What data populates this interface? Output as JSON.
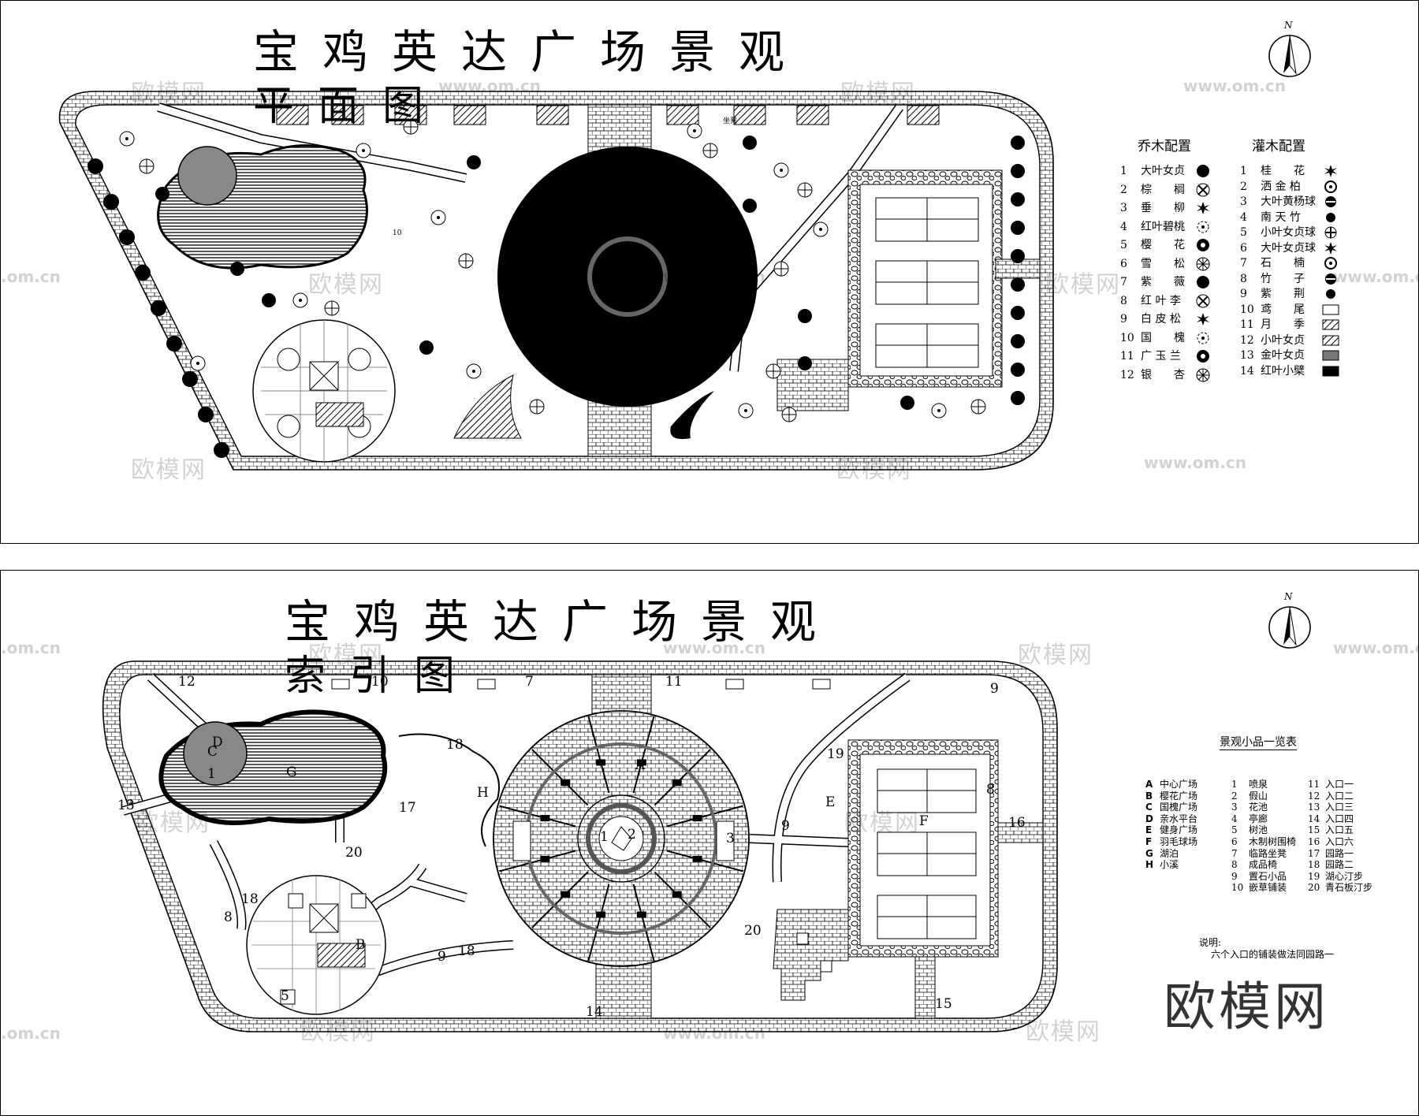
{
  "sheet1": {
    "title": "宝鸡英达广场景观",
    "subtitle": "平面图",
    "north": "N",
    "tree_legend_title": "乔木配置",
    "shrub_legend_title": "灌木配置",
    "trees": [
      {
        "n": "1",
        "name": "大叶女贞"
      },
      {
        "n": "2",
        "name": "棕　　榈"
      },
      {
        "n": "3",
        "name": "垂　　柳"
      },
      {
        "n": "4",
        "name": "红叶碧桃"
      },
      {
        "n": "5",
        "name": "樱　　花"
      },
      {
        "n": "6",
        "name": "雪　　松"
      },
      {
        "n": "7",
        "name": "紫　　薇"
      },
      {
        "n": "8",
        "name": "红 叶 李"
      },
      {
        "n": "9",
        "name": "白 皮 松"
      },
      {
        "n": "10",
        "name": "国　　槐"
      },
      {
        "n": "11",
        "name": "广 玉 兰"
      },
      {
        "n": "12",
        "name": "银　　杏"
      }
    ],
    "shrubs": [
      {
        "n": "1",
        "name": "桂　　花"
      },
      {
        "n": "2",
        "name": "洒 金 柏"
      },
      {
        "n": "3",
        "name": "大叶黄杨球"
      },
      {
        "n": "4",
        "name": "南 天 竹"
      },
      {
        "n": "5",
        "name": "小叶女贞球"
      },
      {
        "n": "6",
        "name": "大叶女贞球"
      },
      {
        "n": "7",
        "name": "石　　楠"
      },
      {
        "n": "8",
        "name": "竹　　子"
      },
      {
        "n": "9",
        "name": "紫　　荆"
      },
      {
        "n": "10",
        "name": "鸢　　尾"
      },
      {
        "n": "11",
        "name": "月　　季"
      },
      {
        "n": "12",
        "name": "小叶女贞"
      },
      {
        "n": "13",
        "name": "金叶女贞"
      },
      {
        "n": "14",
        "name": "红叶小檗"
      }
    ],
    "plan_labels": {
      "small_10": "10",
      "bench": "坐凳"
    }
  },
  "sheet2": {
    "title": "宝鸡英达广场景观",
    "subtitle": "索引图",
    "north": "N",
    "legend_title": "景观小品一览表",
    "areas": [
      {
        "k": "A",
        "name": "中心广场"
      },
      {
        "k": "B",
        "name": "樱花广场"
      },
      {
        "k": "C",
        "name": "国槐广场"
      },
      {
        "k": "D",
        "name": "亲水平台"
      },
      {
        "k": "E",
        "name": "健身广场"
      },
      {
        "k": "F",
        "name": "羽毛球场"
      },
      {
        "k": "G",
        "name": "湖泊"
      },
      {
        "k": "H",
        "name": "小溪"
      }
    ],
    "items_a": [
      {
        "k": "1",
        "name": "喷泉"
      },
      {
        "k": "2",
        "name": "假山"
      },
      {
        "k": "3",
        "name": "花池"
      },
      {
        "k": "4",
        "name": "亭廊"
      },
      {
        "k": "5",
        "name": "树池"
      },
      {
        "k": "6",
        "name": "木制树围椅"
      },
      {
        "k": "7",
        "name": "临路坐凳"
      },
      {
        "k": "8",
        "name": "成品椅"
      },
      {
        "k": "9",
        "name": "置石小品"
      },
      {
        "k": "10",
        "name": "嵌草铺装"
      }
    ],
    "items_b": [
      {
        "k": "11",
        "name": "入口一"
      },
      {
        "k": "12",
        "name": "入口二"
      },
      {
        "k": "13",
        "name": "入口三"
      },
      {
        "k": "14",
        "name": "入口四"
      },
      {
        "k": "15",
        "name": "入口五"
      },
      {
        "k": "16",
        "name": "入口六"
      },
      {
        "k": "17",
        "name": "园路一"
      },
      {
        "k": "18",
        "name": "园路二"
      },
      {
        "k": "19",
        "name": "湖心汀步"
      },
      {
        "k": "20",
        "name": "青石板汀步"
      }
    ],
    "note_title": "说明:",
    "note_text": "六个入口的铺装做法同园路一",
    "brand": "欧模网",
    "markers": {
      "m12": "12",
      "m10": "10",
      "m7": "7",
      "m11a": "11",
      "m9a": "9",
      "m18a": "18",
      "m19": "19",
      "m1a": "1",
      "mC": "C",
      "mG": "G",
      "m17": "17",
      "mH": "H",
      "mA": "A",
      "m13": "13",
      "m20a": "20",
      "m18b": "18",
      "m8a": "8",
      "mB": "B",
      "m5": "5",
      "m9b": "9",
      "m18c": "18",
      "m14": "14",
      "m1b": "1",
      "m2": "2",
      "m3": "3",
      "m20b": "20",
      "m9c": "9",
      "mE": "E",
      "mF": "F",
      "m8b": "8",
      "m16": "16",
      "m15": "15",
      "mD": "D"
    }
  },
  "watermarks": {
    "cn": "欧模网",
    "url": "www.om.cn",
    "url2": ".om.cn"
  },
  "colors": {
    "ink": "#000000",
    "paper": "#ffffff",
    "pond": "#7a7a7a",
    "watermark": "#bdbdbd"
  }
}
